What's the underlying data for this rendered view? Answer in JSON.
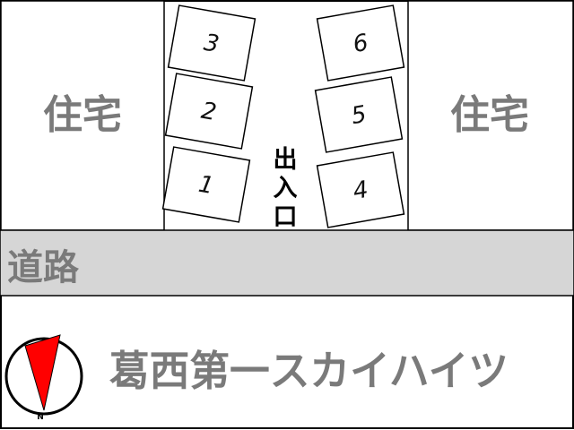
{
  "houses": {
    "left_label": "住宅",
    "right_label": "住宅"
  },
  "road": {
    "label": "道路",
    "fill": "#d6d6d6"
  },
  "entrance": {
    "label_chars": [
      "出",
      "入",
      "口"
    ]
  },
  "parking_spots": [
    {
      "number": "1"
    },
    {
      "number": "2"
    },
    {
      "number": "3"
    },
    {
      "number": "4"
    },
    {
      "number": "5"
    },
    {
      "number": "6"
    }
  ],
  "building_name": "葛西第一スカイハイツ",
  "compass": {
    "letter": "N",
    "icon": "north-arrow-icon",
    "arrow_color": "#ff0000"
  }
}
